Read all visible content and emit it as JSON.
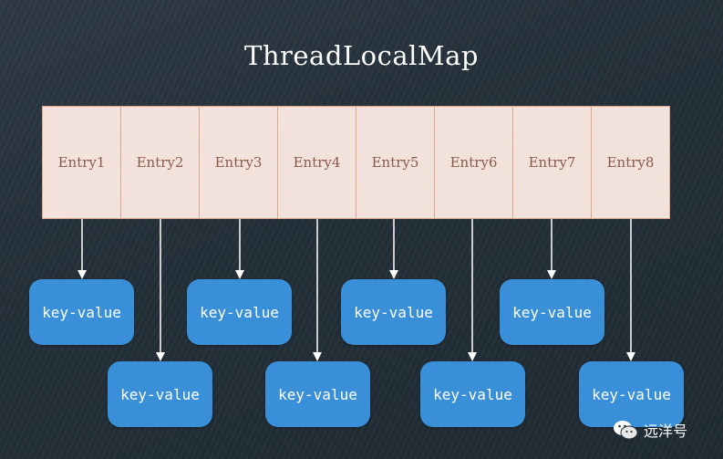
{
  "title": "ThreadLocalMap",
  "entries": [
    "Entry1",
    "Entry2",
    "Entry3",
    "Entry4",
    "Entry5",
    "Entry6",
    "Entry7",
    "Entry8"
  ],
  "kv_label": "key-value",
  "brand": {
    "name": "远洋号",
    "icon": "wechat-icon"
  },
  "colors": {
    "entry_bg": "#fdece4",
    "entry_border": "#e0a58e",
    "kv_bg": "#3a90d8",
    "arrow": "#ffffff"
  }
}
